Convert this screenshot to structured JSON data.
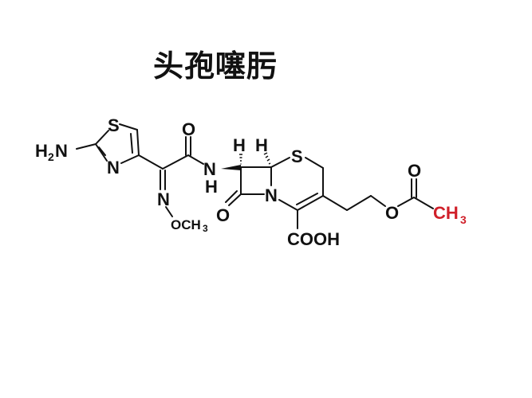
{
  "title": "头孢噻肟",
  "molecule": {
    "name": "Cefotaxime",
    "labels": {
      "amine_H": "H",
      "amine_sub": "2",
      "amine_N": "N",
      "thiazole_S": "S",
      "thiazole_N": "N",
      "carbonyl_O": "O",
      "amide_N": "N",
      "amide_H": "H",
      "oxime_N": "N",
      "methoxy": "OCH",
      "methoxy_sub": "3",
      "lactam_O": "O",
      "lactam_N": "N",
      "stereo_H1": "H",
      "stereo_H2": "H",
      "ring_S": "S",
      "carboxyl": "COOH",
      "ester_O": "O",
      "acetyl_O": "O",
      "acetyl_CH": "CH",
      "acetyl_sub": "3"
    },
    "highlight_color": "#d0202a"
  }
}
